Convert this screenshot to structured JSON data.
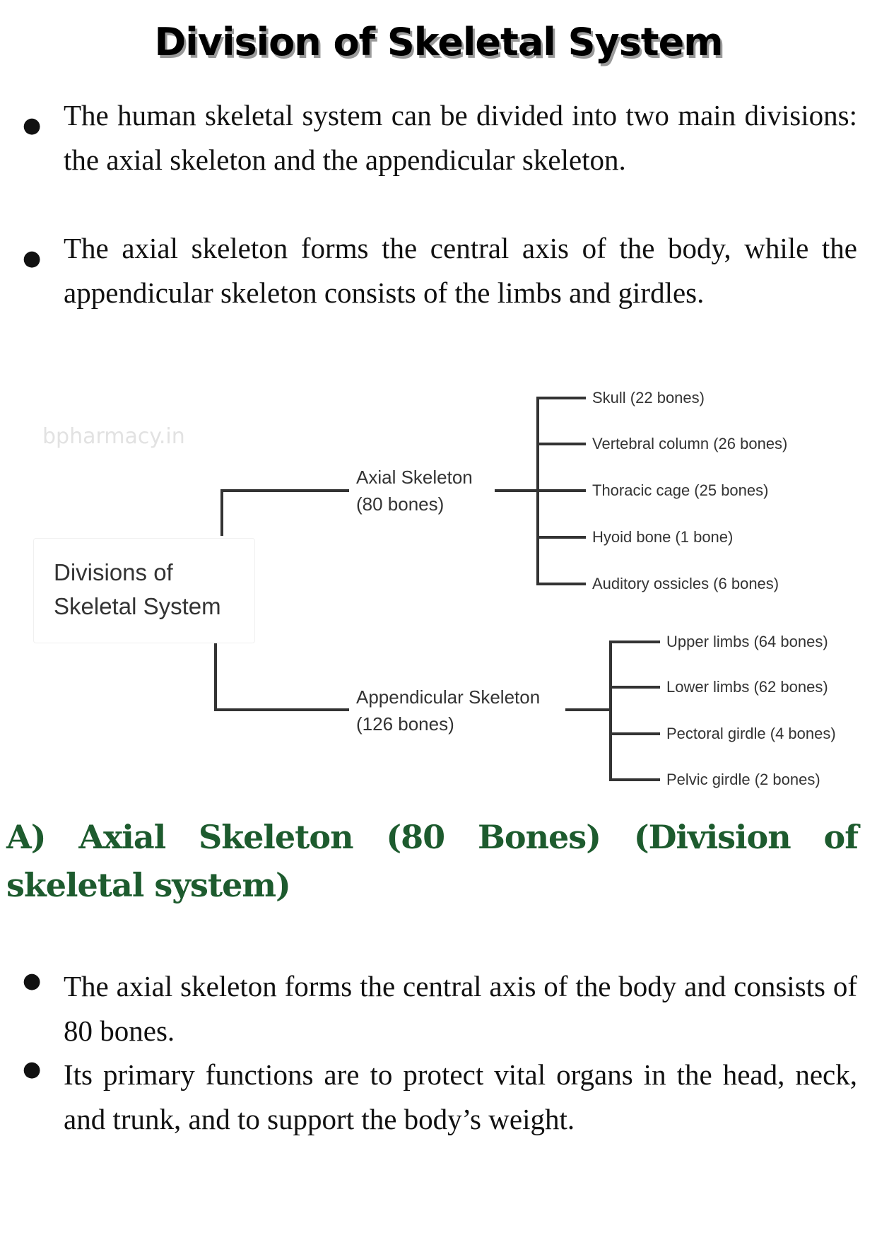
{
  "title": "Division of Skeletal System",
  "intro_bullets": [
    "The human skeletal system can be divided into two main divisions: the axial skeleton and the appendicular skeleton.",
    "The axial skeleton forms the central axis of the body, while the appendicular skeleton consists of the limbs and girdles."
  ],
  "diagram": {
    "root": [
      "Divisions of",
      "Skeletal System"
    ],
    "axial": {
      "label": [
        "Axial Skeleton",
        "(80 bones)"
      ],
      "items": [
        "Skull (22 bones)",
        "Vertebral column (26 bones)",
        "Thoracic cage (25 bones)",
        "Hyoid bone (1 bone)",
        "Auditory ossicles (6 bones)"
      ]
    },
    "appendicular": {
      "label": [
        "Appendicular Skeleton",
        "(126 bones)"
      ],
      "items": [
        "Upper limbs (64 bones)",
        "Lower limbs (62 bones)",
        "Pectoral girdle (4 bones)",
        "Pelvic girdle (2 bones)"
      ]
    },
    "watermark": "bpharmacy.in"
  },
  "section_a": {
    "heading": "A) Axial Skeleton (80 Bones) (Division of skeletal system)",
    "bullets": [
      "The axial skeleton forms the central axis of the body and consists of 80 bones.",
      "Its primary functions are to protect vital organs in the head, neck, and trunk, and to support the body’s weight."
    ]
  },
  "colors": {
    "heading_green": "#1d5b2e",
    "diagram_line": "#333333"
  }
}
